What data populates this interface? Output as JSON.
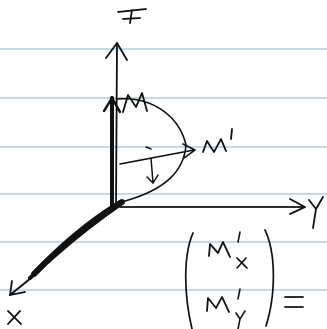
{
  "note": {
    "background_color": "#ffffff",
    "rule_color": "#a9d2e6",
    "ink_color": "#111111",
    "handwriting": {
      "axis_z_label": "z",
      "axis_y_label": "y",
      "axis_x_label": "x",
      "vector_m_label": "M",
      "vector_m_prime_label": "M'",
      "matrix_entry_x": "M'x",
      "matrix_entry_y": "M'y",
      "equals_sign": "="
    }
  }
}
